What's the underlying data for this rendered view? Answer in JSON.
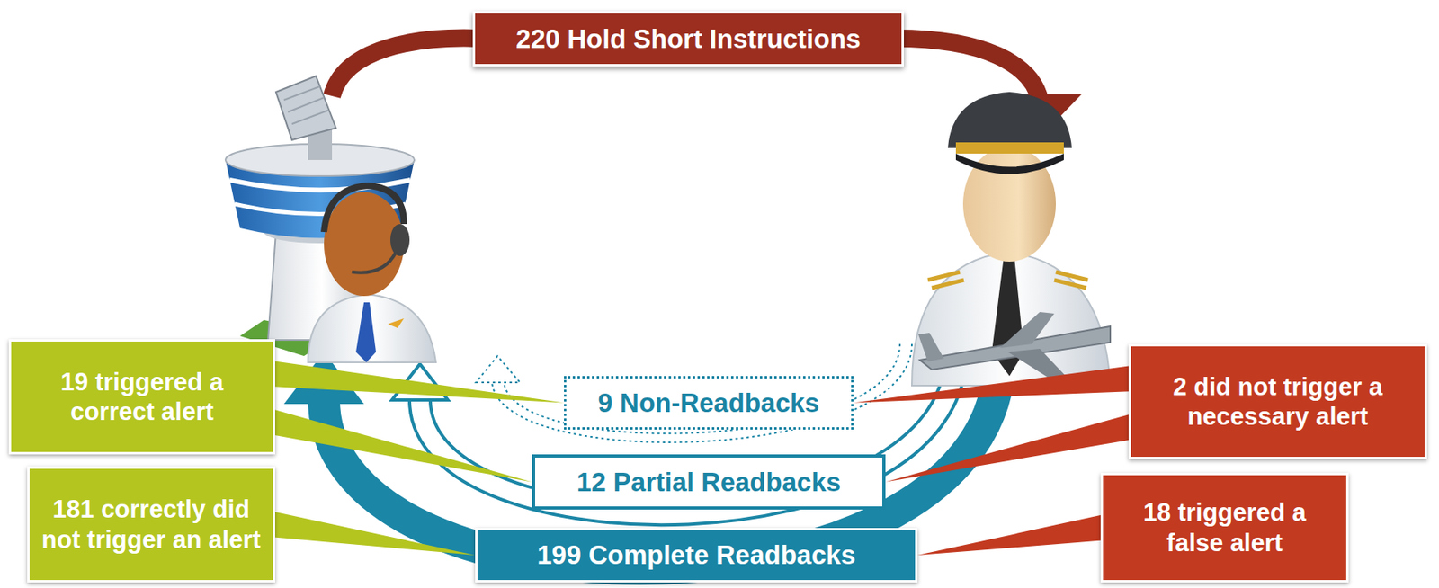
{
  "diagram": {
    "nodes": [
      {
        "text": [
          "220 Hold Short Instructions"
        ]
      },
      {
        "text": [
          "9 Non-Readbacks"
        ]
      },
      {
        "text": [
          "12 Partial Readbacks"
        ]
      },
      {
        "text": [
          "199 Complete Readbacks"
        ]
      },
      {
        "text": [
          "19 triggered a correct alert"
        ]
      },
      {
        "text": [
          "2 did not trigger a necessary alert"
        ]
      },
      {
        "text": [
          "181 correctly did not trigger an alert"
        ]
      },
      {
        "text": [
          "18 triggered a false alert"
        ]
      }
    ],
    "edges": [
      {
        "from": 4,
        "to": 1,
        "arrow": "none"
      },
      {
        "from": 4,
        "to": 2,
        "arrow": "none"
      },
      {
        "from": 6,
        "to": 3,
        "arrow": "none"
      },
      {
        "from": 5,
        "to": 1,
        "arrow": "none"
      },
      {
        "from": 5,
        "to": 2,
        "arrow": "none"
      },
      {
        "from": 7,
        "to": 3,
        "arrow": "none"
      }
    ]
  }
}
